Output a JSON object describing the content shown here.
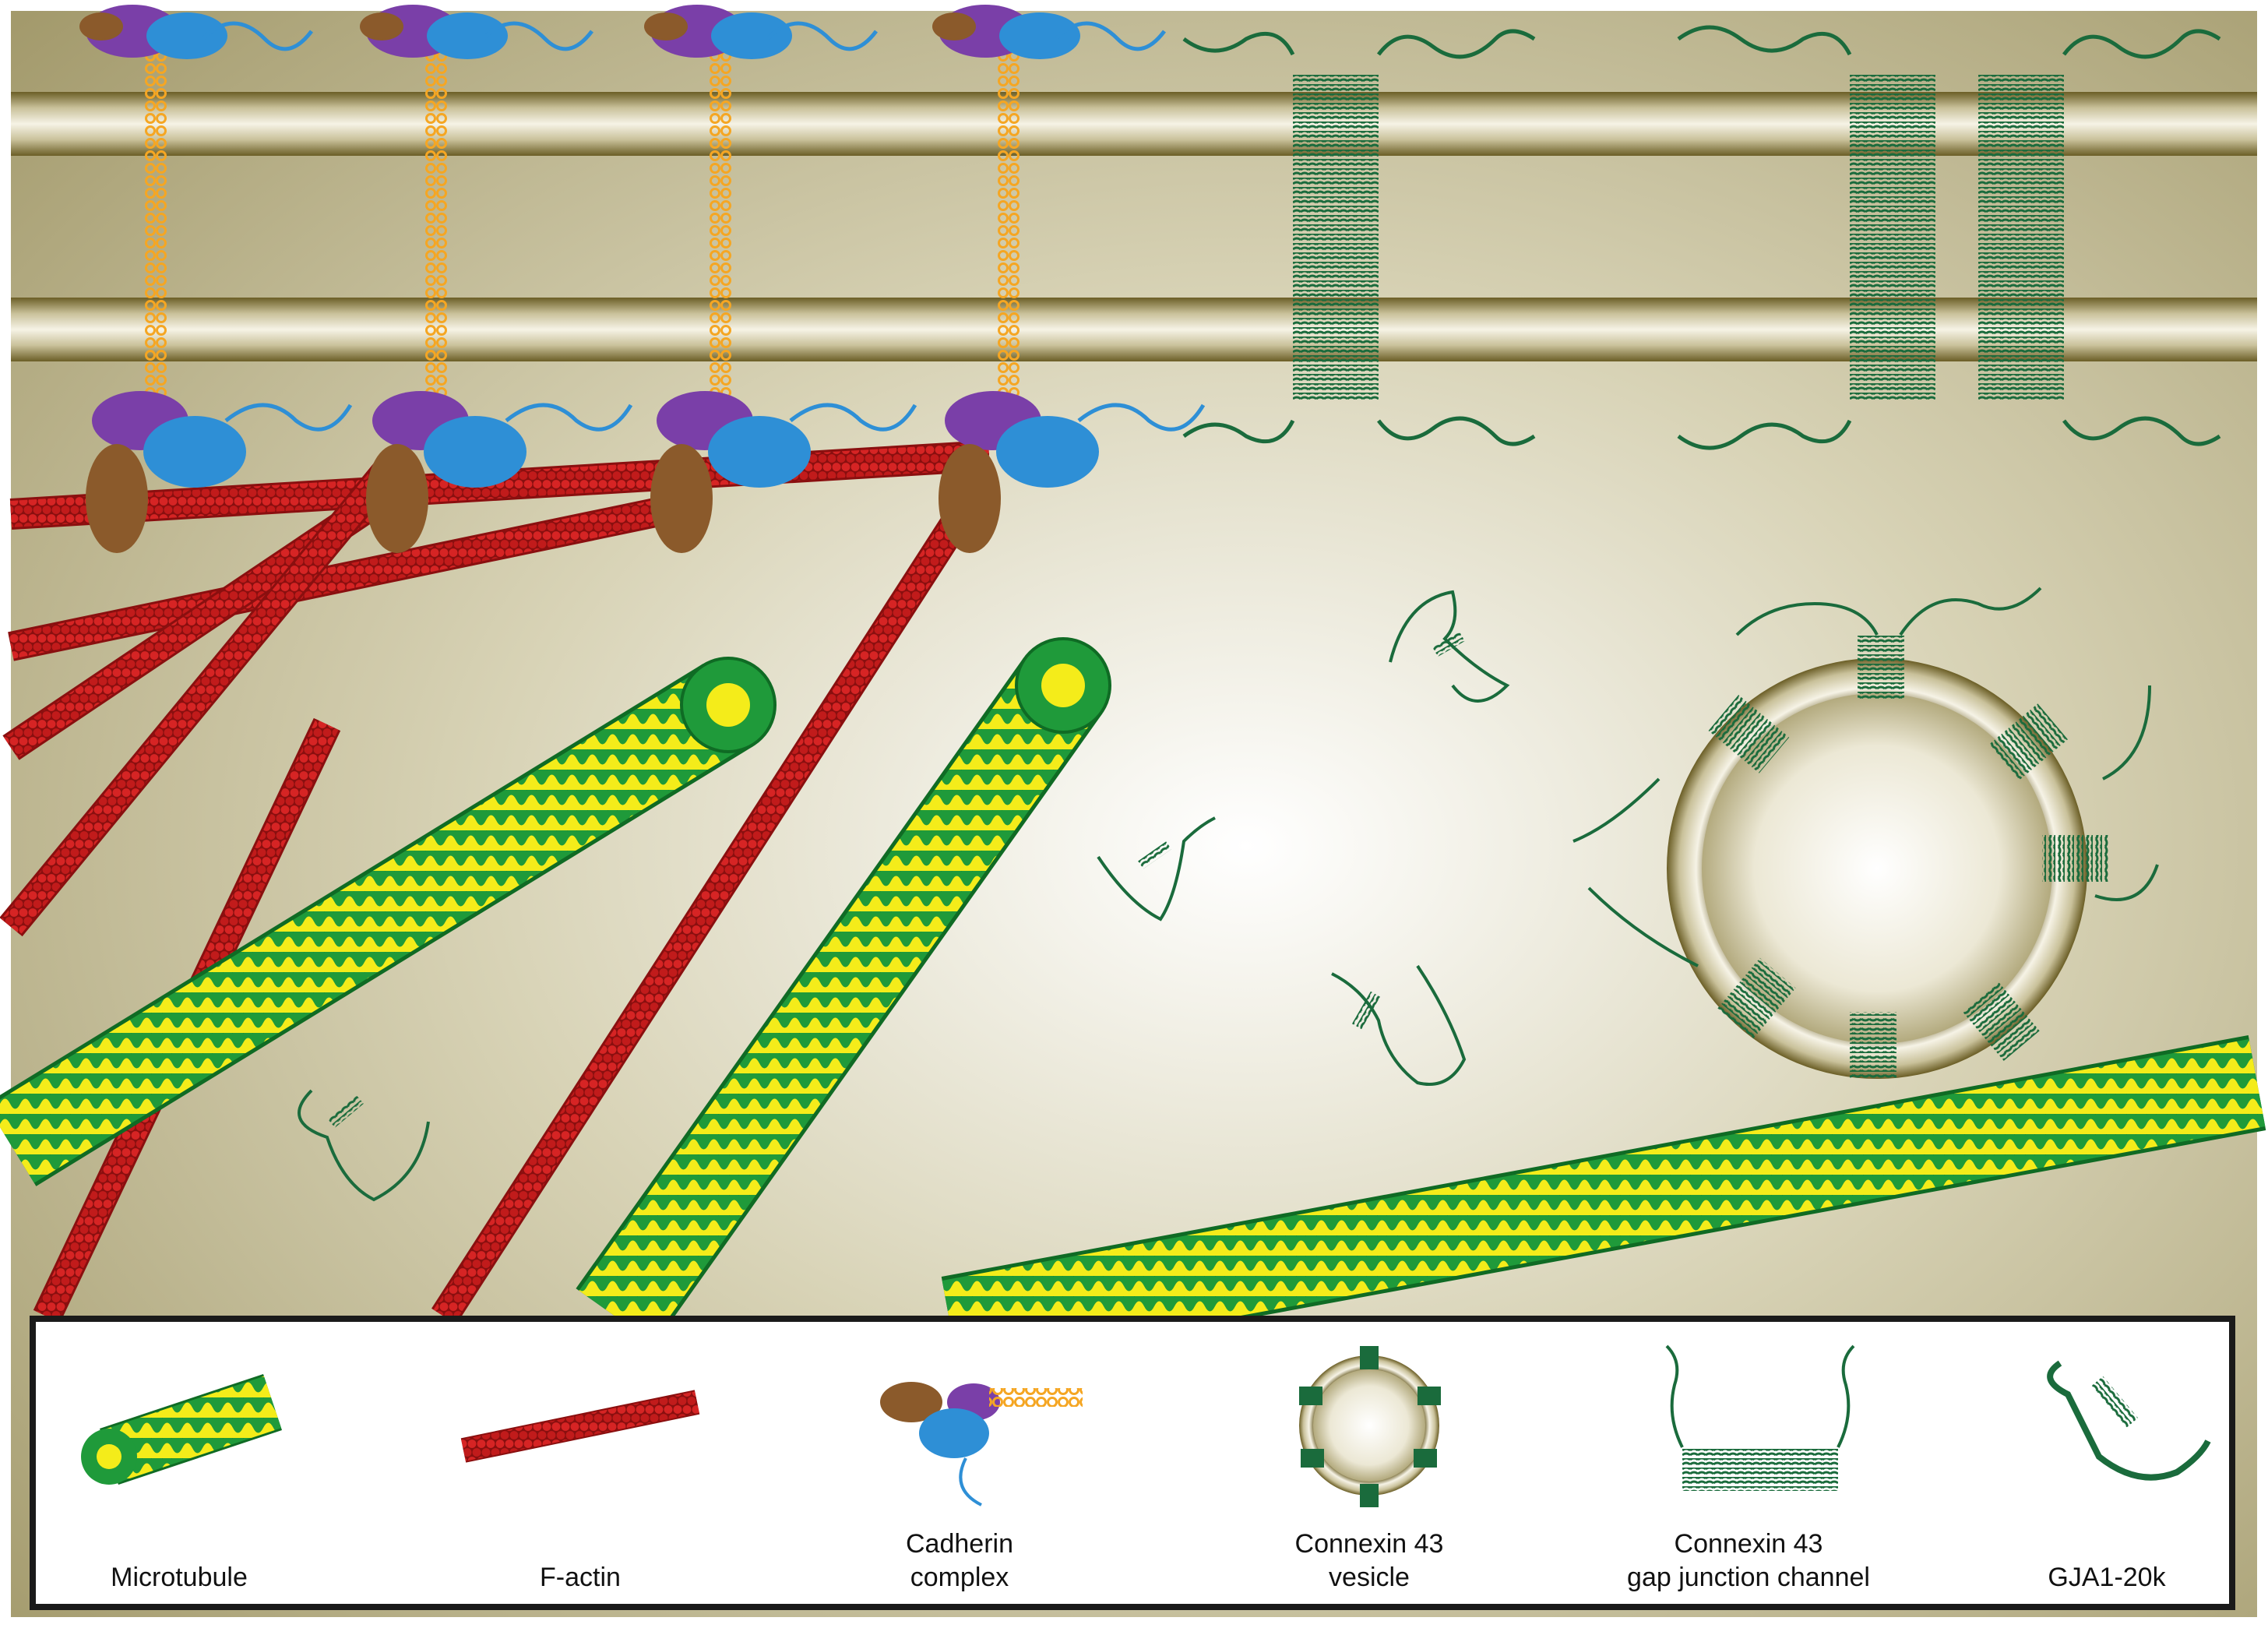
{
  "colors": {
    "cytoplasm_edge": "#a39a6c",
    "cytoplasm_center": "#ffffff",
    "membrane_dark": "#6b5e26",
    "membrane_light": "#f2efe0",
    "actin_red": "#cc1f1f",
    "actin_dark": "#8a0f0f",
    "tubulin_green": "#1f9a3a",
    "tubulin_yellow": "#f4ec1a",
    "connexin_green": "#1a6b3c",
    "cadherin_orange": "#f5a623",
    "catenin_purple": "#7a3fa8",
    "catenin_blue": "#2e8fd6",
    "catenin_brown": "#8b5a2b",
    "legend_border": "#1a1a1a"
  },
  "icons": [
    "microtubule-icon",
    "f-actin-icon",
    "cadherin-complex-icon",
    "connexin43-vesicle-icon",
    "gap-junction-channel-icon",
    "gja1-20k-icon"
  ],
  "legend": {
    "items": [
      {
        "icon": "microtubule-icon",
        "line1": "Microtubule",
        "line2": ""
      },
      {
        "icon": "f-actin-icon",
        "line1": "F-actin",
        "line2": ""
      },
      {
        "icon": "cadherin-complex-icon",
        "line1": "Cadherin",
        "line2": "complex"
      },
      {
        "icon": "connexin43-vesicle-icon",
        "line1": "Connexin 43",
        "line2": "vesicle"
      },
      {
        "icon": "gap-junction-channel-icon",
        "line1": "Connexin 43",
        "line2": "gap junction channel"
      },
      {
        "icon": "gja1-20k-icon",
        "line1": "GJA1-20k",
        "line2": ""
      }
    ]
  }
}
